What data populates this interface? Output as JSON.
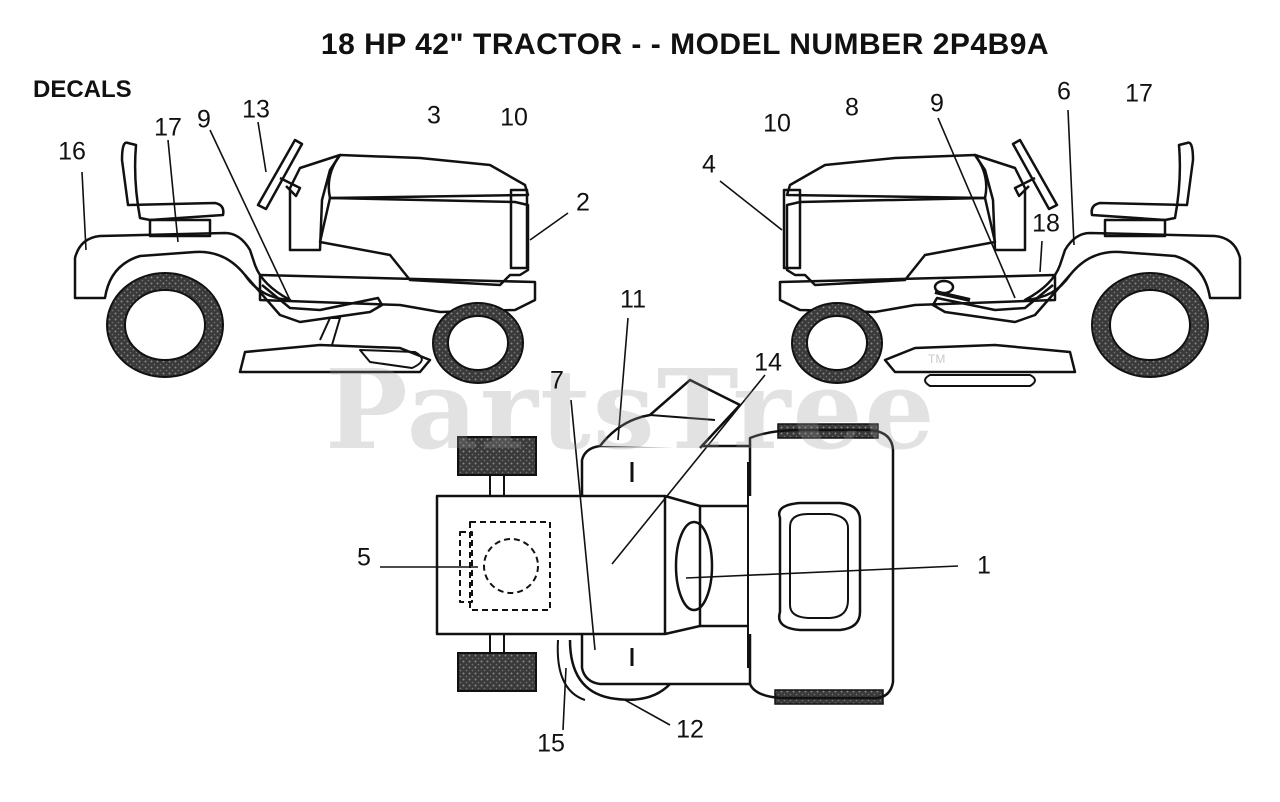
{
  "title": "18 HP 42\" TRACTOR - - MODEL NUMBER 2P4B9A",
  "section_label": "DECALS",
  "watermark": "PartsTree",
  "watermark_tm": "TM",
  "callouts": {
    "c1": "1",
    "c2": "2",
    "c3": "3",
    "c4": "4",
    "c5": "5",
    "c6": "6",
    "c7": "7",
    "c8": "8",
    "c9l": "9",
    "c9r": "9",
    "c10l": "10",
    "c10r": "10",
    "c11": "11",
    "c12": "12",
    "c13": "13",
    "c14": "14",
    "c15": "15",
    "c16": "16",
    "c17l": "17",
    "c17r": "17",
    "c18": "18"
  }
}
